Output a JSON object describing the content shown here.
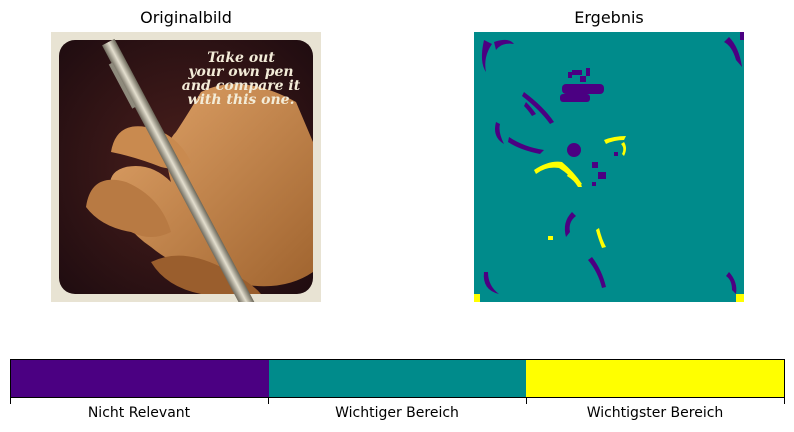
{
  "left_panel": {
    "title": "Originalbild"
  },
  "right_panel": {
    "title": "Ergebnis"
  },
  "photo": {
    "text_lines": [
      "Take out",
      "your own pen",
      "and compare it",
      "with this one."
    ]
  },
  "colorbar": {
    "segments": [
      {
        "label": "Nicht Relevant",
        "color": "#440154"
      },
      {
        "label": "Wichtiger Bereich",
        "color": "#21918c"
      },
      {
        "label": "Wichtigster Bereich",
        "color": "#fde725"
      }
    ]
  },
  "colors": {
    "nicht_relevant": "#4b0082",
    "wichtiger": "#008b8b",
    "wichtigster": "#ffff00"
  }
}
